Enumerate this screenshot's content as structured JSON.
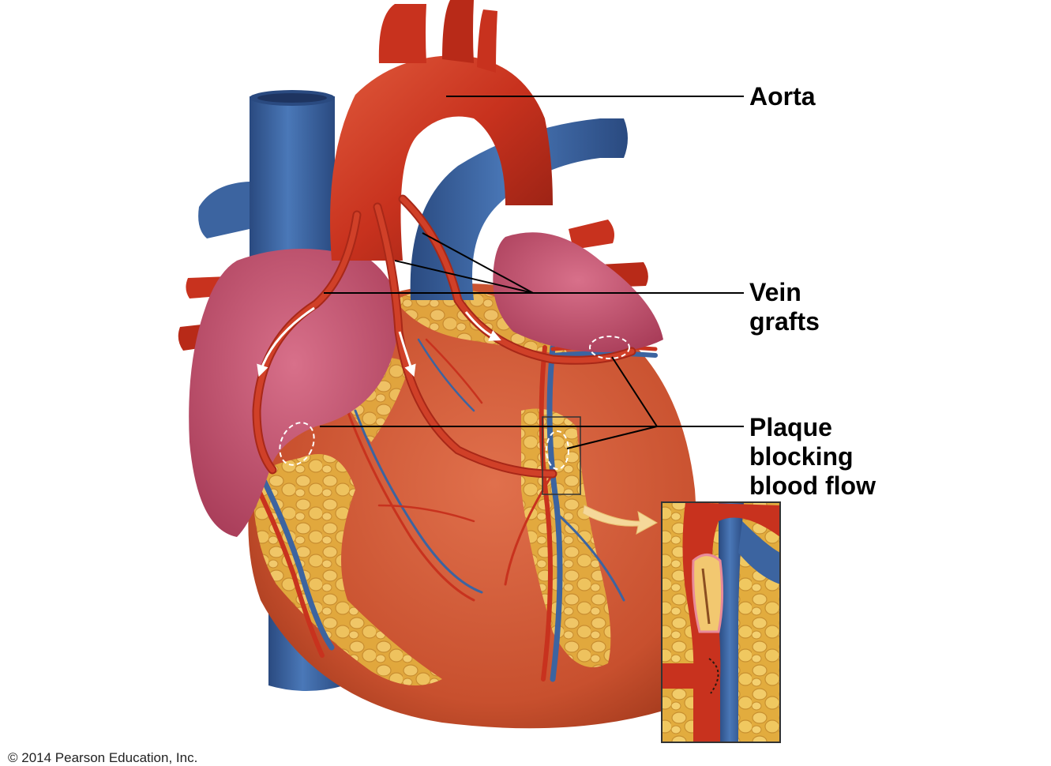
{
  "labels": {
    "aorta": "Aorta",
    "vein_grafts": "Vein\ngrafts",
    "plaque": "Plaque\nblocking\nblood flow"
  },
  "copyright": "© 2014 Pearson Education, Inc.",
  "colors": {
    "aorta_red": "#c8321e",
    "vein_blue": "#3c64a0",
    "atrium_pink": "#c8506a",
    "fat_yellow": "#e8b84a",
    "muscle": "#c85a3c",
    "leader_line": "#000000"
  }
}
